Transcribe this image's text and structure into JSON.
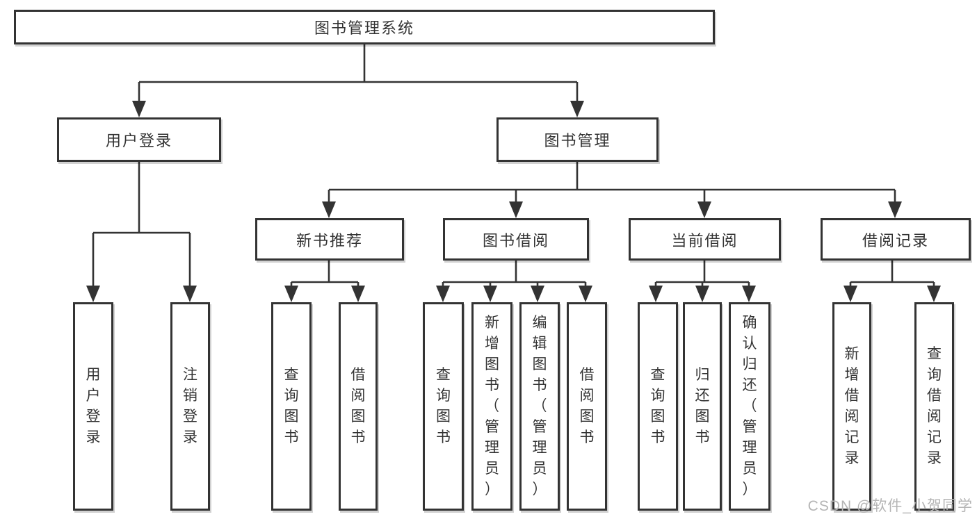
{
  "page": {
    "watermark": "CSDN @软件_小贺同学",
    "colors": {
      "line": "#333333",
      "box_border": "#333333",
      "box_fill": "#ffffff",
      "text": "#333333",
      "watermark_text": "#b5b5b5",
      "background": "#ffffff"
    }
  },
  "tree": {
    "root": {
      "label": "图书管理系统"
    },
    "children": [
      {
        "label": "用户登录",
        "children": [
          {
            "label": "用户登录"
          },
          {
            "label": "注销登录"
          }
        ]
      },
      {
        "label": "图书管理",
        "children": [
          {
            "label": "新书推荐",
            "children": [
              {
                "label": "查询图书"
              },
              {
                "label": "借阅图书"
              }
            ]
          },
          {
            "label": "图书借阅",
            "children": [
              {
                "label": "查询图书"
              },
              {
                "label": "新增图书（管理员）"
              },
              {
                "label": "编辑图书（管理员）"
              },
              {
                "label": "借阅图书"
              }
            ]
          },
          {
            "label": "当前借阅",
            "children": [
              {
                "label": "查询图书"
              },
              {
                "label": "归还图书"
              },
              {
                "label": "确认归还（管理员）"
              }
            ]
          },
          {
            "label": "借阅记录",
            "children": [
              {
                "label": "新增借阅记录"
              },
              {
                "label": "查询借阅记录"
              }
            ]
          }
        ]
      }
    ]
  }
}
